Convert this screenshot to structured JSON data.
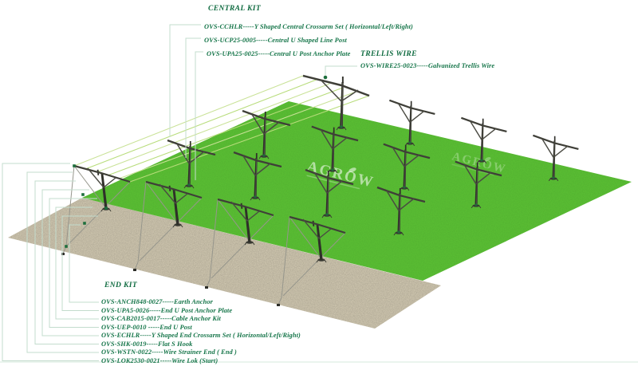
{
  "central_kit": {
    "heading": "CENTRAL KIT",
    "items": [
      "OVS-CCHLR-----Y Shaped Central Crossarm Set ( Horizontal/Left/Right)",
      "OVS-UCP25-0005-----Central U Shaped Line Post",
      "OVS-UPA25-0025-----Central U Post Anchor Plate"
    ]
  },
  "trellis_wire": {
    "heading": "TRELLIS WIRE",
    "items": [
      "OVS-WIRE25-0023-----Galvanized Trellis Wire"
    ]
  },
  "end_kit": {
    "heading": "END KIT",
    "items": [
      "OVS-ANCH848-0027-----Earth Anchor",
      "OVS-UPA5-0026-----End U Post Anchor Plate",
      "OVS-CAB2015-0017-----Cable Anchor Kit",
      "OVS-UEP-0010 -----End U Post",
      "OVS-ECHLR-----Y Shaped End Crossarm Set ( Horizontal/Left/Right)",
      "OVS-SHK-0019-----Flat S Hook",
      "OVS-WSTN-0022-----Wire Strainer End ( End )",
      "OVS-LOK2530-0021-----Wire Lok (Start)"
    ]
  },
  "watermark": {
    "text": "AGROW"
  },
  "colors": {
    "field_green": "#5cc335",
    "path_tan": "#d9d0b8",
    "sand_grain": "#7a6d50",
    "wire_green": "#c9e297",
    "wire_green_alt": "#b7dc7a",
    "label_green": "#157549",
    "leader_line": "#c3dccd",
    "post_dark": "#2f2f29",
    "post_mid": "#3f3f38",
    "brace": "#4a4a42",
    "cable_gray": "#96968c",
    "dot_green": "#1d6f3d",
    "footer_rule": "#d6e8dd",
    "watermark_white": "#ffffff"
  }
}
